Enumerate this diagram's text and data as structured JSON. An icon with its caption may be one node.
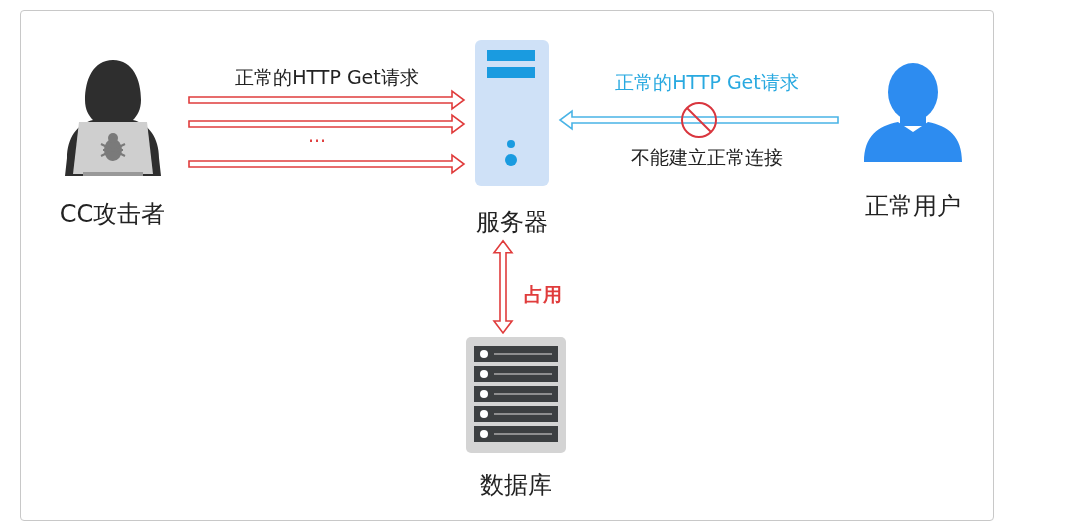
{
  "diagram": {
    "nodes": [
      {
        "text": [
          "CC攻击者"
        ]
      },
      {
        "text": [
          "服务器"
        ]
      },
      {
        "text": [
          "正常用户"
        ]
      },
      {
        "text": [
          "数据库"
        ]
      }
    ],
    "edges": [
      {
        "from": 0,
        "to": 1,
        "arrow": "to",
        "label": "正常的HTTP Get请求"
      },
      {
        "from": 0,
        "to": 1,
        "arrow": "to"
      },
      {
        "from": 0,
        "to": 1,
        "arrow": "to"
      },
      {
        "from": 2,
        "to": 1,
        "arrow": "to",
        "label": "正常的HTTP Get请求",
        "color": "#4ab4e6"
      },
      {
        "from": 1,
        "to": 3,
        "arrow": "both",
        "label": "占用"
      }
    ],
    "labels": [
      "...",
      "不能建立正常连接"
    ]
  }
}
